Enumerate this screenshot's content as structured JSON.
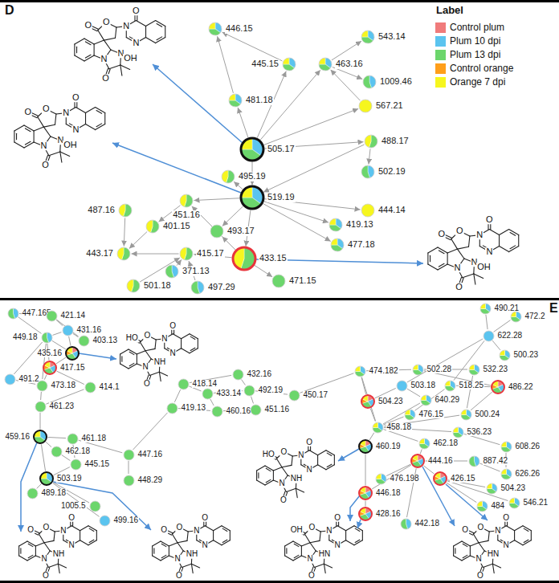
{
  "diagram": {
    "nodes": [
      {
        "text": [
          "446.15"
        ]
      },
      {
        "text": [
          "543.14"
        ]
      },
      {
        "text": [
          "445.15"
        ]
      },
      {
        "text": [
          "463.16"
        ]
      },
      {
        "text": [
          "1009.46"
        ]
      },
      {
        "text": [
          "567.21"
        ]
      },
      {
        "text": [
          "481.18"
        ]
      },
      {
        "text": [
          "505.17"
        ]
      },
      {
        "text": [
          "488.17"
        ]
      },
      {
        "text": [
          "502.19"
        ]
      },
      {
        "text": [
          "495.19"
        ]
      },
      {
        "text": [
          "519.19"
        ]
      },
      {
        "text": [
          "444.14"
        ]
      },
      {
        "text": [
          "451.16"
        ]
      },
      {
        "text": [
          "419.13"
        ]
      },
      {
        "text": [
          "487.16"
        ]
      },
      {
        "text": [
          "401.15"
        ]
      },
      {
        "text": [
          "493.17"
        ]
      },
      {
        "text": [
          "477.18"
        ]
      },
      {
        "text": [
          "433.15"
        ]
      },
      {
        "text": [
          "415.17"
        ]
      },
      {
        "text": [
          "443.17"
        ]
      },
      {
        "text": [
          "471.15"
        ]
      },
      {
        "text": [
          "371.13"
        ]
      },
      {
        "text": [
          "501.18"
        ]
      },
      {
        "text": [
          "497.29"
        ]
      },
      {
        "text": [
          "447.165"
        ]
      },
      {
        "text": [
          "421.14"
        ]
      },
      {
        "text": [
          "449.18"
        ]
      },
      {
        "text": [
          "431.16"
        ]
      },
      {
        "text": [
          "403.13"
        ]
      },
      {
        "text": [
          "435.16"
        ]
      },
      {
        "text": [
          "417.15"
        ]
      },
      {
        "text": [
          "491.2"
        ]
      },
      {
        "text": [
          "473.18"
        ]
      },
      {
        "text": [
          "414.1"
        ]
      },
      {
        "text": [
          "461.23"
        ]
      },
      {
        "text": [
          "459.16"
        ]
      },
      {
        "text": [
          "461.18"
        ]
      },
      {
        "text": [
          "462.18"
        ]
      },
      {
        "text": [
          "445.15"
        ]
      },
      {
        "text": [
          "447.16"
        ]
      },
      {
        "text": [
          "448.29"
        ]
      },
      {
        "text": [
          "503.19"
        ]
      },
      {
        "text": [
          "489.18"
        ]
      },
      {
        "text": [
          "1005.5"
        ]
      },
      {
        "text": [
          "499.16"
        ]
      },
      {
        "text": [
          "418.14"
        ]
      },
      {
        "text": [
          "432.16"
        ]
      },
      {
        "text": [
          "433.14"
        ]
      },
      {
        "text": [
          "492.19"
        ]
      },
      {
        "text": [
          "450.17"
        ]
      },
      {
        "text": [
          "419.13"
        ]
      },
      {
        "text": [
          "460.16"
        ]
      },
      {
        "text": [
          "451.16"
        ]
      },
      {
        "text": [
          "490.21"
        ]
      },
      {
        "text": [
          "472.2"
        ]
      },
      {
        "text": [
          "622.28"
        ]
      },
      {
        "text": [
          "500.23"
        ]
      },
      {
        "text": [
          "474.182"
        ]
      },
      {
        "text": [
          "502.28"
        ]
      },
      {
        "text": [
          "532.23"
        ]
      },
      {
        "text": [
          "503.18"
        ]
      },
      {
        "text": [
          "518.25"
        ]
      },
      {
        "text": [
          "486.22"
        ]
      },
      {
        "text": [
          "504.23"
        ]
      },
      {
        "text": [
          "640.29"
        ]
      },
      {
        "text": [
          "476.15"
        ]
      },
      {
        "text": [
          "500.24"
        ]
      },
      {
        "text": [
          "458.18"
        ]
      },
      {
        "text": [
          "536.23"
        ]
      },
      {
        "text": [
          "462.18"
        ]
      },
      {
        "text": [
          "608.26"
        ]
      },
      {
        "text": [
          "460.19"
        ]
      },
      {
        "text": [
          "444.16"
        ]
      },
      {
        "text": [
          "887.42"
        ]
      },
      {
        "text": [
          "626.26"
        ]
      },
      {
        "text": [
          "426.15"
        ]
      },
      {
        "text": [
          "476.198"
        ]
      },
      {
        "text": [
          "504.23"
        ]
      },
      {
        "text": [
          "546.21"
        ]
      },
      {
        "text": [
          "484"
        ]
      },
      {
        "text": [
          "442.18"
        ]
      },
      {
        "text": [
          "446.18"
        ]
      },
      {
        "text": [
          "428.16"
        ]
      }
    ],
    "edges": [
      {
        "from": 7,
        "to": 6,
        "arrow": "to"
      },
      {
        "from": 6,
        "to": 0,
        "arrow": "to"
      },
      {
        "from": 7,
        "to": 2,
        "arrow": "to"
      },
      {
        "from": 7,
        "to": 3,
        "arrow": "to"
      },
      {
        "from": 3,
        "to": 1,
        "arrow": "to"
      },
      {
        "from": 3,
        "to": 4,
        "arrow": "to"
      },
      {
        "from": 5,
        "to": 3,
        "arrow": "to"
      },
      {
        "from": 7,
        "to": 5,
        "arrow": "to"
      },
      {
        "from": 7,
        "to": 8,
        "arrow": "to"
      },
      {
        "from": 8,
        "to": 9,
        "arrow": "to"
      },
      {
        "from": 8,
        "to": 11,
        "arrow": "to"
      },
      {
        "from": 7,
        "to": 11,
        "arrow": "to"
      },
      {
        "from": 11,
        "to": 10,
        "arrow": "to"
      },
      {
        "from": 11,
        "to": 13,
        "arrow": "to"
      },
      {
        "from": 11,
        "to": 17,
        "arrow": "to"
      },
      {
        "from": 11,
        "to": 19,
        "arrow": "to"
      },
      {
        "from": 11,
        "to": 14,
        "arrow": "to"
      },
      {
        "from": 11,
        "to": 18,
        "arrow": "to"
      },
      {
        "from": 11,
        "to": 12,
        "arrow": "to"
      },
      {
        "from": 19,
        "to": 13,
        "arrow": "to"
      },
      {
        "from": 19,
        "to": 20,
        "arrow": "to"
      },
      {
        "from": 19,
        "to": 17,
        "arrow": "to"
      },
      {
        "from": 19,
        "to": 22,
        "arrow": "to"
      },
      {
        "from": 23,
        "to": 20,
        "arrow": "to"
      },
      {
        "from": 13,
        "to": 16,
        "arrow": "to"
      },
      {
        "from": 16,
        "to": 21,
        "arrow": "to"
      },
      {
        "from": 15,
        "to": 21,
        "arrow": "to"
      },
      {
        "from": 20,
        "to": 21,
        "arrow": "to"
      },
      {
        "from": 24,
        "to": 20,
        "arrow": "to"
      },
      {
        "from": 25,
        "to": 20,
        "arrow": "to"
      },
      {
        "from": 2,
        "to": 0,
        "arrow": "to"
      },
      {
        "from": 26,
        "to": 27,
        "arrow": "none"
      },
      {
        "from": 26,
        "to": 28,
        "arrow": "none"
      },
      {
        "from": 27,
        "to": 29,
        "arrow": "none"
      },
      {
        "from": 27,
        "to": 30,
        "arrow": "none"
      },
      {
        "from": 28,
        "to": 29,
        "arrow": "none"
      },
      {
        "from": 28,
        "to": 31,
        "arrow": "none"
      },
      {
        "from": 29,
        "to": 31,
        "arrow": "none"
      },
      {
        "from": 29,
        "to": 30,
        "arrow": "none"
      },
      {
        "from": 28,
        "to": 32,
        "arrow": "none"
      },
      {
        "from": 31,
        "to": 32,
        "arrow": "none"
      },
      {
        "from": 28,
        "to": 33,
        "arrow": "none"
      },
      {
        "from": 28,
        "to": 34,
        "arrow": "none"
      },
      {
        "from": 32,
        "to": 34,
        "arrow": "none"
      },
      {
        "from": 32,
        "to": 35,
        "arrow": "none"
      },
      {
        "from": 33,
        "to": 34,
        "arrow": "none"
      },
      {
        "from": 34,
        "to": 36,
        "arrow": "none"
      },
      {
        "from": 35,
        "to": 36,
        "arrow": "none"
      },
      {
        "from": 36,
        "to": 37,
        "arrow": "none"
      },
      {
        "from": 37,
        "to": 38,
        "arrow": "none"
      },
      {
        "from": 37,
        "to": 39,
        "arrow": "none"
      },
      {
        "from": 38,
        "to": 41,
        "arrow": "none"
      },
      {
        "from": 39,
        "to": 40,
        "arrow": "none"
      },
      {
        "from": 37,
        "to": 43,
        "arrow": "none"
      },
      {
        "from": 40,
        "to": 43,
        "arrow": "none"
      },
      {
        "from": 43,
        "to": 44,
        "arrow": "none"
      },
      {
        "from": 43,
        "to": 45,
        "arrow": "none"
      },
      {
        "from": 43,
        "to": 46,
        "arrow": "none"
      },
      {
        "from": 38,
        "to": 40,
        "arrow": "none"
      },
      {
        "from": 41,
        "to": 42,
        "arrow": "none"
      },
      {
        "from": 41,
        "to": 52,
        "arrow": "none"
      },
      {
        "from": 52,
        "to": 47,
        "arrow": "none"
      },
      {
        "from": 47,
        "to": 48,
        "arrow": "none"
      },
      {
        "from": 47,
        "to": 49,
        "arrow": "none"
      },
      {
        "from": 52,
        "to": 53,
        "arrow": "none"
      },
      {
        "from": 49,
        "to": 53,
        "arrow": "none"
      },
      {
        "from": 48,
        "to": 50,
        "arrow": "none"
      },
      {
        "from": 49,
        "to": 50,
        "arrow": "none"
      },
      {
        "from": 50,
        "to": 51,
        "arrow": "none"
      },
      {
        "from": 50,
        "to": 54,
        "arrow": "none"
      },
      {
        "from": 53,
        "to": 54,
        "arrow": "none"
      },
      {
        "from": 51,
        "to": 59,
        "arrow": "none"
      },
      {
        "from": 55,
        "to": 57,
        "arrow": "none"
      },
      {
        "from": 56,
        "to": 57,
        "arrow": "none"
      },
      {
        "from": 57,
        "to": 58,
        "arrow": "none"
      },
      {
        "from": 57,
        "to": 62,
        "arrow": "none"
      },
      {
        "from": 57,
        "to": 63,
        "arrow": "none"
      },
      {
        "from": 59,
        "to": 60,
        "arrow": "none"
      },
      {
        "from": 59,
        "to": 65,
        "arrow": "none"
      },
      {
        "from": 59,
        "to": 69,
        "arrow": "none"
      },
      {
        "from": 60,
        "to": 61,
        "arrow": "none"
      },
      {
        "from": 60,
        "to": 64,
        "arrow": "none"
      },
      {
        "from": 62,
        "to": 65,
        "arrow": "none"
      },
      {
        "from": 62,
        "to": 66,
        "arrow": "none"
      },
      {
        "from": 63,
        "to": 64,
        "arrow": "none"
      },
      {
        "from": 63,
        "to": 67,
        "arrow": "none"
      },
      {
        "from": 66,
        "to": 69,
        "arrow": "none"
      },
      {
        "from": 65,
        "to": 69,
        "arrow": "none"
      },
      {
        "from": 67,
        "to": 69,
        "arrow": "none"
      },
      {
        "from": 68,
        "to": 69,
        "arrow": "none"
      },
      {
        "from": 61,
        "to": 68,
        "arrow": "none"
      },
      {
        "from": 64,
        "to": 68,
        "arrow": "none"
      },
      {
        "from": 69,
        "to": 73,
        "arrow": "none"
      },
      {
        "from": 69,
        "to": 71,
        "arrow": "none"
      },
      {
        "from": 69,
        "to": 70,
        "arrow": "none"
      },
      {
        "from": 71,
        "to": 74,
        "arrow": "none"
      },
      {
        "from": 70,
        "to": 72,
        "arrow": "none"
      },
      {
        "from": 74,
        "to": 75,
        "arrow": "none"
      },
      {
        "from": 75,
        "to": 76,
        "arrow": "none"
      },
      {
        "from": 74,
        "to": 77,
        "arrow": "none"
      },
      {
        "from": 74,
        "to": 78,
        "arrow": "none"
      },
      {
        "from": 77,
        "to": 79,
        "arrow": "none"
      },
      {
        "from": 77,
        "to": 80,
        "arrow": "none"
      },
      {
        "from": 77,
        "to": 81,
        "arrow": "none"
      },
      {
        "from": 74,
        "to": 83,
        "arrow": "none"
      },
      {
        "from": 83,
        "to": 84,
        "arrow": "none"
      },
      {
        "from": 82,
        "to": 74,
        "arrow": "none"
      },
      {
        "from": 73,
        "to": 83,
        "arrow": "none"
      },
      {
        "from": 72,
        "to": 76,
        "arrow": "none"
      }
    ],
    "labels": [
      "D",
      "Label",
      "N",
      "N",
      "OH",
      "O",
      "O",
      "O",
      "N",
      "N",
      "O",
      "N",
      "N",
      "OH",
      "O",
      "O",
      "O",
      "N",
      "N",
      "O",
      "N",
      "N",
      "OH",
      "O",
      "O",
      "O",
      "N",
      "N",
      "O",
      "E",
      "N",
      "NH",
      "O",
      "O",
      "HO",
      "N",
      "N",
      "O",
      "N",
      "NH",
      "O",
      "O",
      "O",
      "N",
      "N",
      "O",
      "N",
      "NH",
      "O",
      "O",
      "O",
      "N",
      "N",
      "O",
      "N",
      "NH",
      "O",
      "O",
      "HO",
      "N",
      "N",
      "O",
      "N",
      "HN",
      "O",
      "O",
      "OH",
      "N",
      "N",
      "O",
      "N",
      "HN",
      "O",
      "O",
      "O",
      "N",
      "N",
      "O"
    ],
    "legend": [
      {
        "text": "Control plum",
        "color": "#f07b7b"
      },
      {
        "text": "Plum 10 dpi",
        "color": "#5bc4ef"
      },
      {
        "text": "Plum 13 dpi",
        "color": "#6cd66c"
      },
      {
        "text": "Control orange",
        "color": "#ff9f1a"
      },
      {
        "text": "Orange 7 dpi",
        "color": "#f6f61e"
      }
    ]
  }
}
